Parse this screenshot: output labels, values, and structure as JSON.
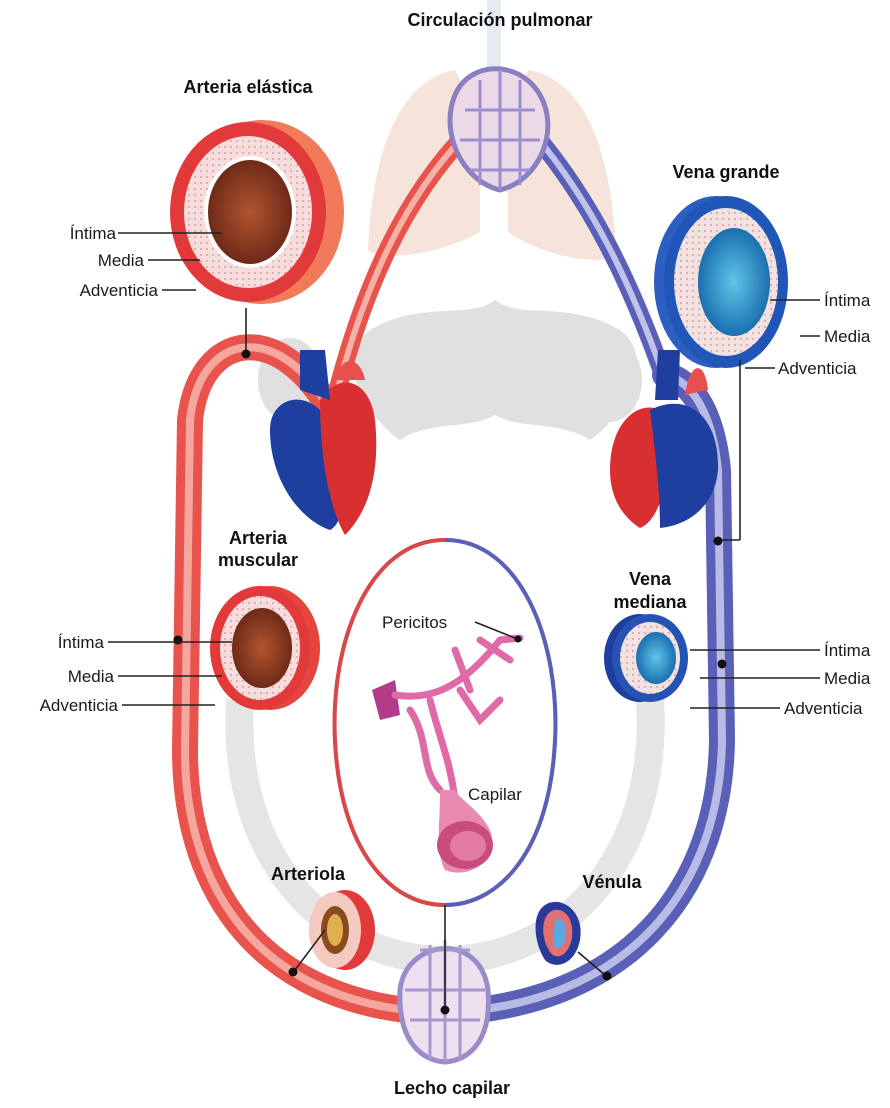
{
  "titles": {
    "pulmonary": "Circulación pulmonar",
    "elastic_artery": "Arteria elástica",
    "large_vein": "Vena grande",
    "muscular_artery_line1": "Arteria",
    "muscular_artery_line2": "muscular",
    "medium_vein_line1": "Vena",
    "medium_vein_line2": "mediana",
    "arteriole": "Arteriola",
    "venule": "Vénula",
    "capillary_bed": "Lecho capilar"
  },
  "layers": {
    "elastic": [
      "Íntima",
      "Media",
      "Adventicia"
    ],
    "large_vein": [
      "Íntima",
      "Media",
      "Adventicia"
    ],
    "muscular": [
      "Íntima",
      "Media",
      "Adventicia"
    ],
    "medium_vein": [
      "Íntima",
      "Media",
      "Adventicia"
    ]
  },
  "inset": {
    "pericytes": "Pericitos",
    "capillary": "Capilar"
  },
  "colors": {
    "artery": "#e23a3a",
    "artery_light": "#f08a80",
    "vein": "#4a4fa8",
    "vein_light": "#8e92d6",
    "heart_blue": "#1f3fa0",
    "heart_red": "#d83030",
    "lung": "#f6e4da",
    "shadow": "#d9d9d9"
  }
}
